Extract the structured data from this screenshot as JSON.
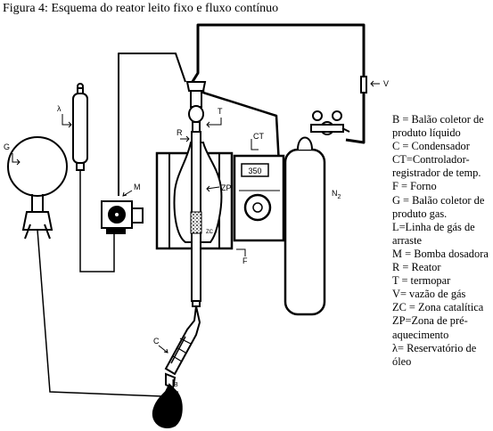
{
  "caption": "Figura 4: Esquema do reator leito fixo e fluxo contínuo",
  "labels": {
    "G": "G",
    "lambda": "λ",
    "M": "M",
    "R": "R",
    "T": "T",
    "CT": "CT",
    "ZP": "ZP",
    "ZC": "ZC",
    "F": "F",
    "C": "C",
    "B": "B",
    "V": "V",
    "N2_main": "N",
    "N2_sub": "2"
  },
  "display_value": "350",
  "legend": [
    "B = Balão coletor de produto líquido",
    "C = Condensador",
    "CT=Controlador-registrador de temp.",
    "F = Forno",
    "G = Balão coletor de produto gas.",
    "L=Linha de gás de arraste",
    "M = Bomba dosadora",
    "R = Reator",
    "T = termopar",
    "V= vazão de gás",
    "ZC = Zona catalítica",
    "ZP=Zona de pré-aquecimento",
    "λ= Reservatório de óleo"
  ]
}
